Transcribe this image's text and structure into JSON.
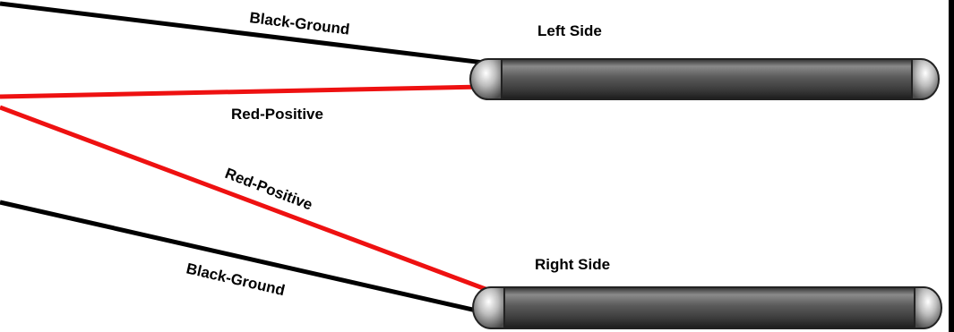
{
  "labels": {
    "wire_top_black": "Black-Ground",
    "wire_top_red": "Red-Positive",
    "wire_mid_red": "Red-Positive",
    "wire_bottom_black": "Black-Ground",
    "left_side": "Left Side",
    "right_side": "Right Side"
  },
  "colors": {
    "black_wire": "#000000",
    "red_wire": "#ee1111",
    "tube_body": "#555555",
    "tube_cap": "#bbbbbb"
  }
}
